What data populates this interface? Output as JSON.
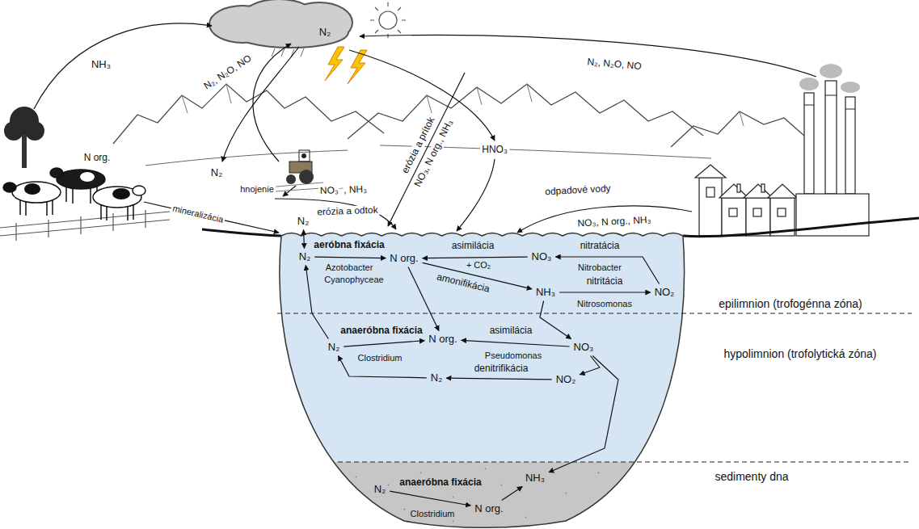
{
  "diagram": {
    "nodes": [
      {
        "text": [
          "N₂"
        ]
      },
      {
        "text": [
          "N₂"
        ]
      },
      {
        "text": [
          "N org."
        ]
      },
      {
        "text": [
          "NO₃"
        ]
      },
      {
        "text": [
          "NH₃"
        ]
      },
      {
        "text": [
          "NO₂"
        ]
      },
      {
        "text": [
          "N₂"
        ]
      },
      {
        "text": [
          "N org."
        ]
      },
      {
        "text": [
          "NO₃"
        ]
      },
      {
        "text": [
          "N₂"
        ]
      },
      {
        "text": [
          "NO₂"
        ]
      },
      {
        "text": [
          "N₂"
        ]
      },
      {
        "text": [
          "N org."
        ]
      },
      {
        "text": [
          "NH₃"
        ]
      }
    ],
    "edges": [
      {
        "from": 0,
        "to": 1,
        "arrow": "both"
      },
      {
        "from": 1,
        "to": 2,
        "label": "aeróbna fixácia",
        "arrow": "to"
      },
      {
        "from": 3,
        "to": 2,
        "label": "asimilácia",
        "arrow": "to"
      },
      {
        "from": 5,
        "to": 3,
        "label": "nitratácia",
        "arrow": "to"
      },
      {
        "from": 2,
        "to": 4,
        "label": "amonifikácia",
        "arrow": "to"
      },
      {
        "from": 4,
        "to": 5,
        "label": "nitritácia",
        "arrow": "to"
      },
      {
        "from": 2,
        "to": 7,
        "arrow": "to"
      },
      {
        "from": 6,
        "to": 1,
        "arrow": "to"
      },
      {
        "from": 6,
        "to": 7,
        "label": "anaeróbna fixácia",
        "arrow": "to"
      },
      {
        "from": 8,
        "to": 7,
        "label": "asimilácia",
        "arrow": "to"
      },
      {
        "from": 4,
        "to": 8,
        "arrow": "to"
      },
      {
        "from": 8,
        "to": 10,
        "arrow": "to"
      },
      {
        "from": 10,
        "to": 9,
        "label": "denitrifikácia",
        "arrow": "to"
      },
      {
        "from": 9,
        "to": 6,
        "arrow": "to"
      },
      {
        "from": 11,
        "to": 12,
        "label": "anaeróbna fixácia",
        "arrow": "to"
      },
      {
        "from": 12,
        "to": 13,
        "arrow": "to"
      },
      {
        "from": 8,
        "to": 13,
        "arrow": "to"
      }
    ],
    "labels": [
      "NH₃",
      "N₂, N₂O, NO",
      "N₂",
      "N₂, N₂O, NO",
      "N₂",
      "N org.",
      "hnojenie",
      "mineralizácia",
      "erózia a prítok",
      "NO₃, N org., NH₃",
      "HNO₃",
      "NO₃⁻, NH₃",
      "erózia a odtok",
      "odpadové vody",
      "NO₃, N org., NH₃",
      "Azotobacter",
      "Cyanophyceae",
      "+ CO₂",
      "Nitrobacter",
      "Nitrosomonas",
      "Clostridium",
      "Pseudomonas",
      "Clostridium",
      "epilimnion (trofogénna zóna)",
      "hypolimnion (trofolytická zóna)",
      "sedimenty dna"
    ]
  }
}
